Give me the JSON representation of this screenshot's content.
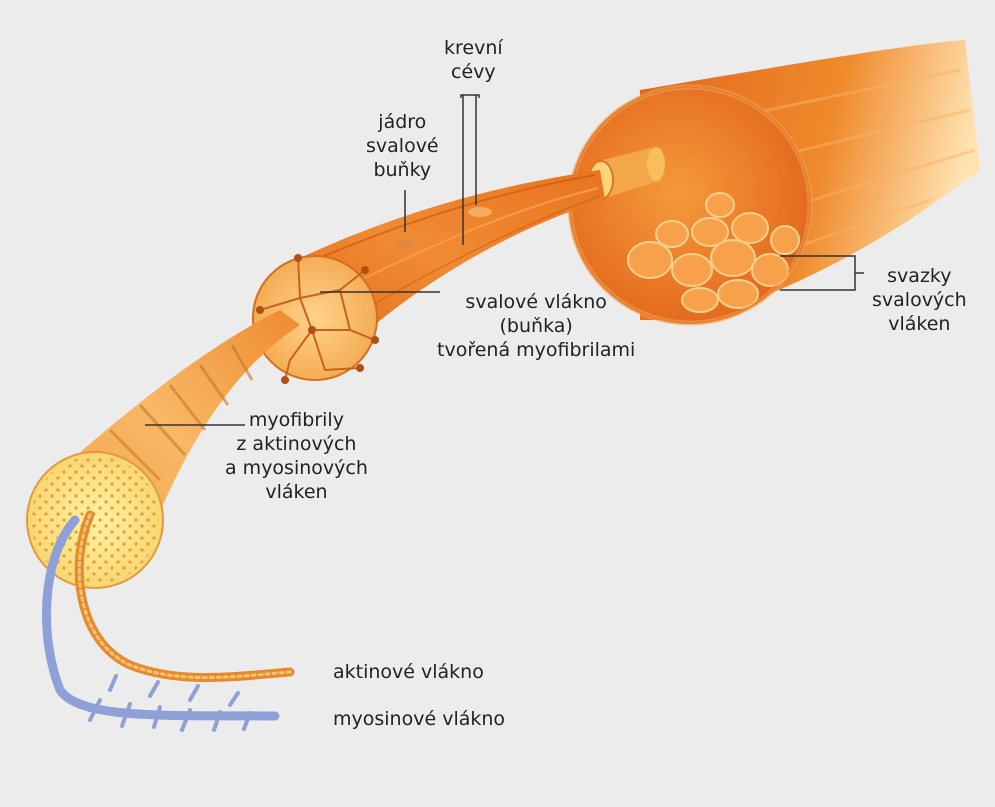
{
  "labels": {
    "blood_vessels": [
      "krevní",
      "cévy"
    ],
    "nucleus": [
      "jádro",
      "svalové",
      "buňky"
    ],
    "muscle_fiber": [
      "svalové vlákno",
      "(buňka)",
      "tvořená myofibrilami"
    ],
    "bundles": [
      "svazky",
      "svalových",
      "vláken"
    ],
    "myofibrils": [
      "myofibrily",
      "z aktinových",
      "a myosinových",
      "vláken"
    ],
    "actin": "aktinové vlákno",
    "myosin": "myosinové vlákno"
  },
  "colors": {
    "background": "#ececec",
    "muscle_dark": "#d9570f",
    "muscle_mid": "#ee8a2a",
    "muscle_light": "#ffc470",
    "fibril_yellow": "#fde78a",
    "myosin_blue": "#8fa0d8",
    "leader_line": "#333333"
  }
}
